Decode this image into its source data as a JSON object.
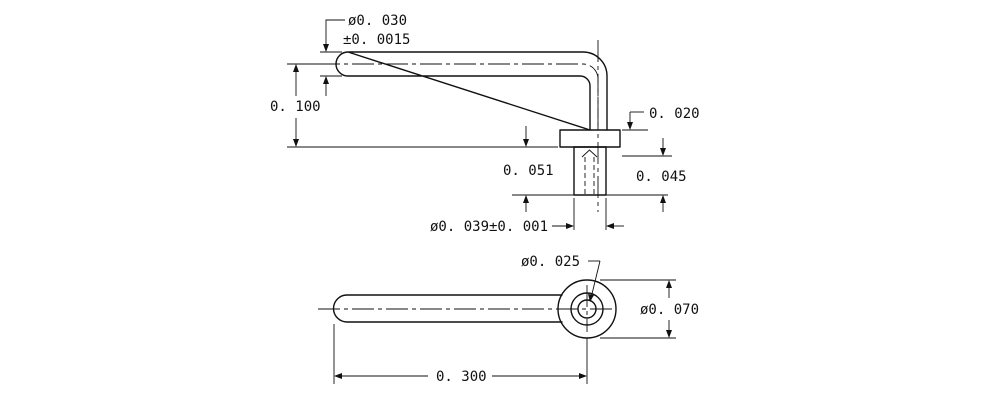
{
  "dimensions": {
    "wire_diameter": "ø0. 030",
    "wire_tolerance": "±0. 0015",
    "height_total": "0. 100",
    "flange_thickness": "0. 020",
    "flange_to_pin": "0. 045",
    "pin_depth": "0. 051",
    "pin_diameter": "ø0. 039±0. 001",
    "hole_diameter": "ø0. 025",
    "flange_diameter": "ø0. 070",
    "arm_length": "0. 300"
  },
  "colors": {
    "ink": "#111111",
    "paper": "#ffffff"
  }
}
